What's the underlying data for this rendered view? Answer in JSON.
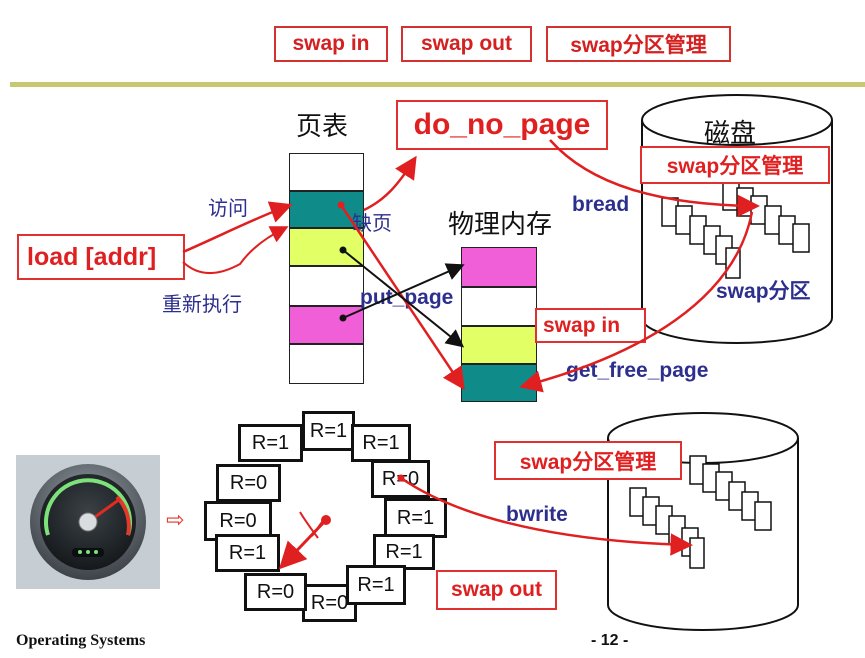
{
  "tabs": [
    "swap in",
    "swap out",
    "swap分区管理"
  ],
  "page_table_title": "页表",
  "do_no_page": "do_no_page",
  "disk_title": "磁盘",
  "swap_mgmt_top": "swap分区管理",
  "visit_label": "访问",
  "page_fault_label": "缺页",
  "load_addr": "load [addr]",
  "reexec_label": "重新执行",
  "physical_memory": "物理内存",
  "bread": "bread",
  "put_page": "put_page",
  "swap_partition": "swap分区",
  "swap_in_box": "swap in",
  "get_free_page": "get_free_page",
  "clock_entries": [
    "R=1",
    "R=1",
    "R=1",
    "R=0",
    "R=0",
    "R=1",
    "R=0",
    "R=1",
    "R=0",
    "R=1",
    "R=0",
    "R=1"
  ],
  "swap_mgmt_bottom": "swap分区管理",
  "bwrite": "bwrite",
  "swap_out_box": "swap out",
  "footer_left": "Operating Systems",
  "footer_right": "- 12 -",
  "colors": {
    "red": "#e02020",
    "teal": "#0f8c8a",
    "lime": "#e2ff66",
    "pink": "#f05fd8",
    "blue_text": "#2d2f8f",
    "divider": "#c8c870"
  }
}
